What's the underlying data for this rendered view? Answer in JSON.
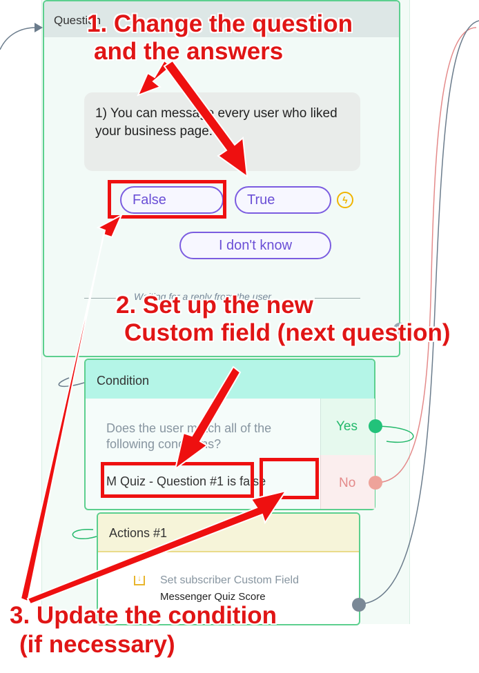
{
  "question_node": {
    "title": "Question",
    "message": "1) You can message every user who liked your business page.",
    "buttons": [
      "False",
      "True",
      "I don't know"
    ],
    "waiting": "Waiting for a reply from the user",
    "bolt_icon": "lightning-icon"
  },
  "condition_node": {
    "title": "Condition",
    "text": "Does the user match all of the following conditions?",
    "condition_field": "M Quiz - Question #1",
    "condition_op": " is ",
    "condition_value": "false",
    "yes_label": "Yes",
    "no_label": "No"
  },
  "actions_node": {
    "title": "Actions #1",
    "line1": "Set subscriber Custom Field",
    "line2": "Messenger Quiz Score"
  },
  "annotations": {
    "step1_line1": "1. Change the question",
    "step1_line2": "and the answers",
    "step2_line1": "2. Set up the new",
    "step2_line2": "Custom field (next question)",
    "step3_line1": "3. Update the condition",
    "step3_line2": "(if necessary)"
  },
  "colors": {
    "node_border": "#5ccf8e",
    "button_border": "#7b5ce0",
    "annotation": "#e01515",
    "yes": "#22b86a",
    "no": "#e48a8a"
  }
}
